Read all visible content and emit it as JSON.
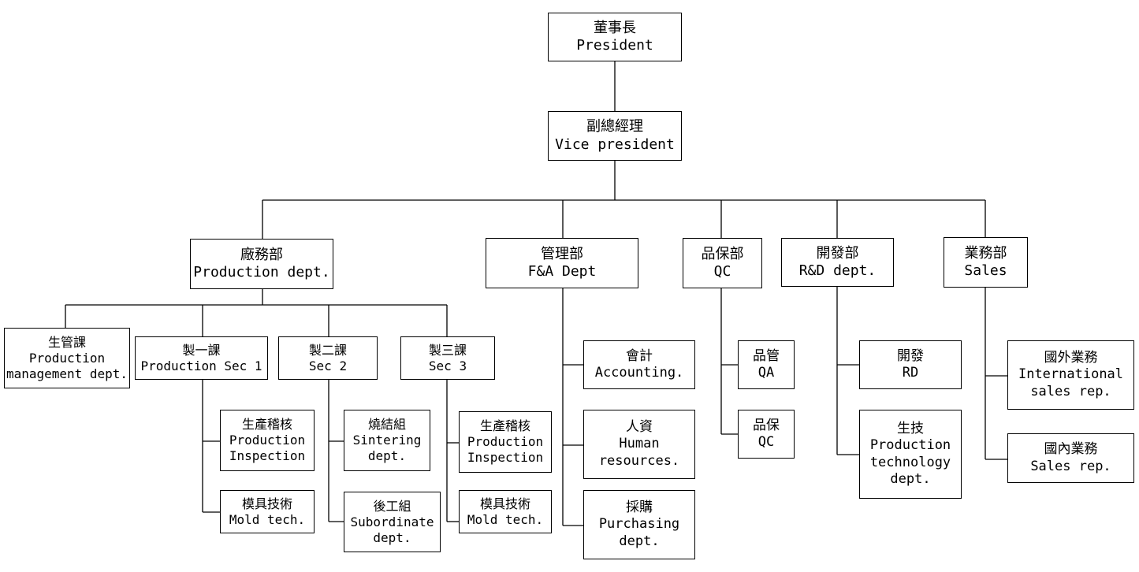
{
  "org": {
    "president": {
      "zh": "董事長",
      "en": "President"
    },
    "vice_president": {
      "zh": "副總經理",
      "en": "Vice president"
    },
    "production": {
      "zh": "廠務部",
      "en": "Production dept.",
      "mgmt": {
        "zh": "生管課",
        "en1": "Production",
        "en2": "management dept."
      },
      "sec1": {
        "zh": "製一課",
        "en": "Production Sec 1",
        "inspection": {
          "zh": "生產稽核",
          "en1": "Production",
          "en2": "Inspection"
        },
        "mold": {
          "zh": "模具技術",
          "en": "Mold tech."
        }
      },
      "sec2": {
        "zh": "製二課",
        "en": "Sec 2",
        "sinter": {
          "zh": "燒結組",
          "en1": "Sintering",
          "en2": "dept."
        },
        "subordinate": {
          "zh": "後工組",
          "en1": "Subordinate",
          "en2": "dept."
        }
      },
      "sec3": {
        "zh": "製三課",
        "en": "Sec 3",
        "inspection": {
          "zh": "生產稽核",
          "en1": "Production",
          "en2": "Inspection"
        },
        "mold": {
          "zh": "模具技術",
          "en": "Mold tech."
        }
      }
    },
    "fa": {
      "zh": "管理部",
      "en": "F&A Dept",
      "accounting": {
        "zh": "會計",
        "en": "Accounting."
      },
      "hr": {
        "zh": "人資",
        "en1": "Human",
        "en2": "resources."
      },
      "purchasing": {
        "zh": "採購",
        "en1": "Purchasing",
        "en2": "dept."
      }
    },
    "qc": {
      "zh": "品保部",
      "en": "QC",
      "qa": {
        "zh": "品管",
        "en": "QA"
      },
      "qc": {
        "zh": "品保",
        "en": "QC"
      }
    },
    "rd": {
      "zh": "開發部",
      "en": "R&D dept.",
      "rd": {
        "zh": "開發",
        "en": "RD"
      },
      "ptech": {
        "zh": "生技",
        "en1": "Production",
        "en2": "technology",
        "en3": "dept."
      }
    },
    "sales": {
      "zh": "業務部",
      "en": "Sales",
      "intl": {
        "zh": "國外業務",
        "en1": "International",
        "en2": "sales rep."
      },
      "domestic": {
        "zh": "國內業務",
        "en": "Sales rep."
      }
    }
  }
}
